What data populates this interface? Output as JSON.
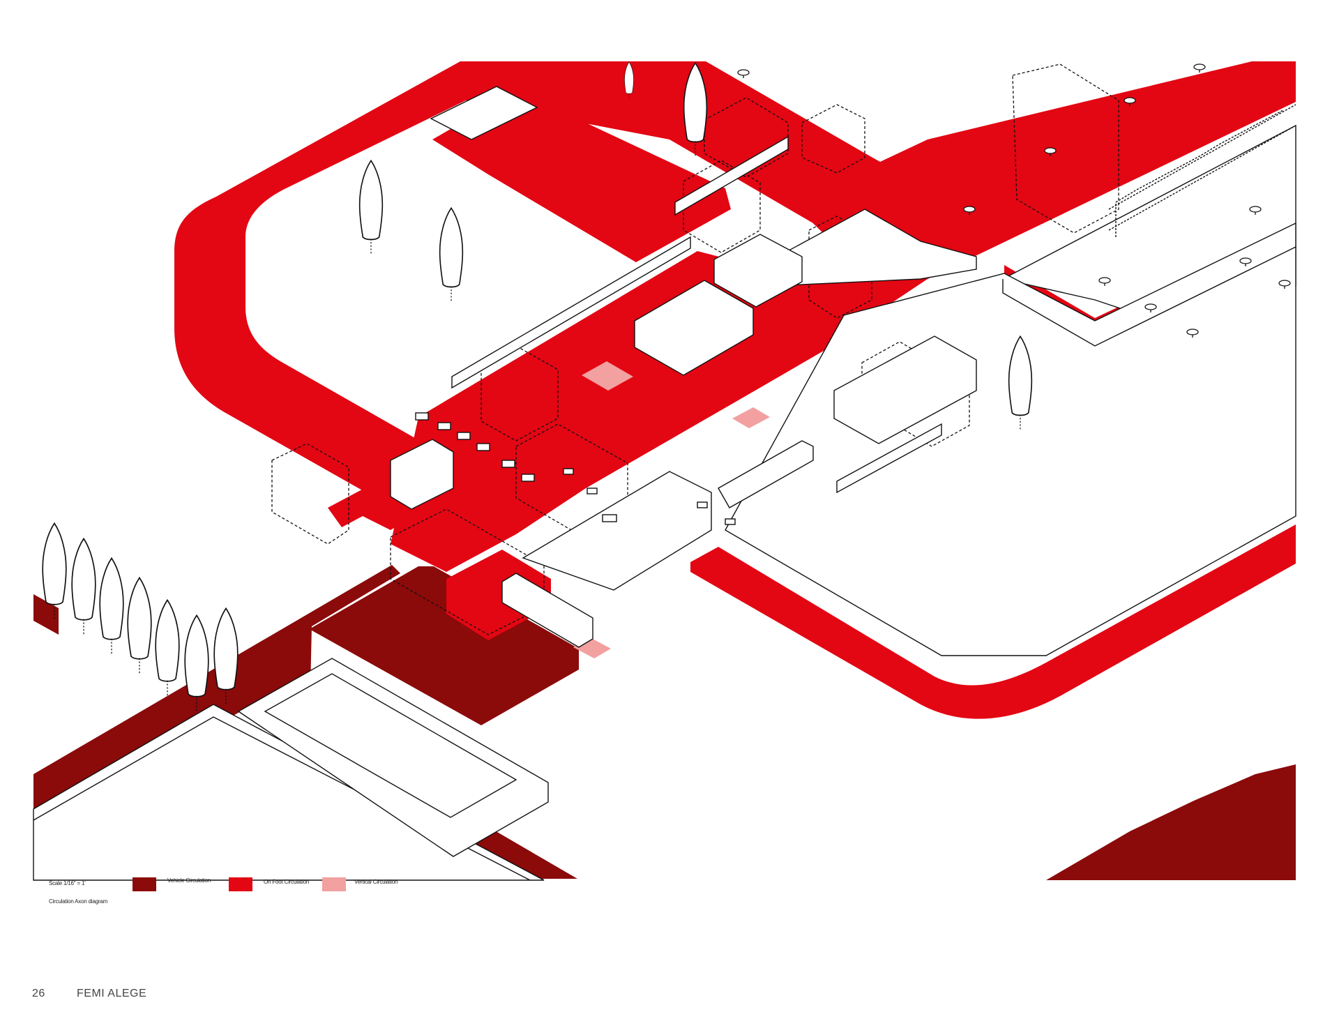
{
  "colors": {
    "vehicle": "#8b0a0a",
    "on_foot": "#e30613",
    "vertical": "#f2a0a0",
    "linework": "#111111"
  },
  "legend": {
    "scale": "Scale 1/16\" = 1'",
    "caption": "Circulation Axon diagram",
    "items": [
      {
        "label": "Vehicle Circulation",
        "color_key": "vehicle"
      },
      {
        "label": "On Foot Circulation",
        "color_key": "on_foot"
      },
      {
        "label": "Vertical Circulation",
        "color_key": "vertical"
      }
    ]
  },
  "footer": {
    "page_number": "26",
    "author": "FEMI ALEGE"
  }
}
